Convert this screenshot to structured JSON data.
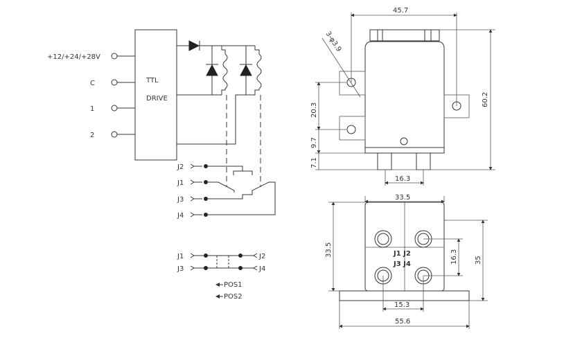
{
  "schematic": {
    "inputs": [
      "+12/+24/+28V",
      "C",
      "1",
      "2"
    ],
    "driver": {
      "line1": "TTL",
      "line2": "DRIVE"
    },
    "ports": [
      "J2",
      "J1",
      "J3",
      "J4"
    ],
    "truth": {
      "left": [
        "J1",
        "J3"
      ],
      "right": [
        "J2",
        "J4"
      ]
    },
    "positions": [
      "POS1",
      "POS2"
    ]
  },
  "side_view": {
    "width": "45.7",
    "holes": "3-φ3.9",
    "height": "60.2",
    "flange_spacing": "20.3",
    "flange_offset": "9.7",
    "connector_height": "7.1",
    "connector_spacing": "16.3"
  },
  "bottom_view": {
    "width": "33.5",
    "height": "33.5",
    "port_pitch_v": "16.3",
    "overall_h": "35",
    "port_pitch_h": "15.3",
    "base_width": "55.6",
    "port_labels": {
      "row1": "J1 J2",
      "row2": "J3 J4"
    }
  }
}
